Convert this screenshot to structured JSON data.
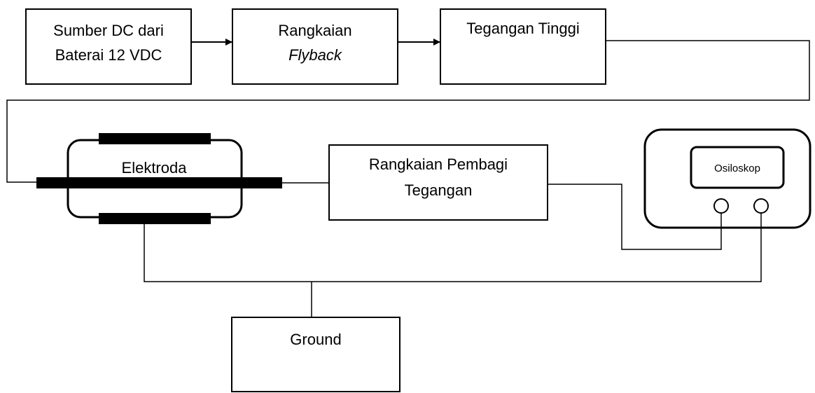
{
  "blocks": {
    "source": {
      "line1": "Sumber DC dari",
      "line2": "Baterai 12 VDC"
    },
    "flyback": {
      "line1": "Rangkaian",
      "line2": "Flyback"
    },
    "high_voltage": {
      "label": "Tegangan Tinggi"
    },
    "electrode": {
      "label": "Elektroda"
    },
    "divider": {
      "line1": "Rangkaian Pembagi",
      "line2": "Tegangan"
    },
    "oscilloscope": {
      "label": "Osiloskop"
    },
    "ground": {
      "label": "Ground"
    }
  },
  "colors": {
    "stroke": "#000000",
    "background": "#ffffff"
  }
}
